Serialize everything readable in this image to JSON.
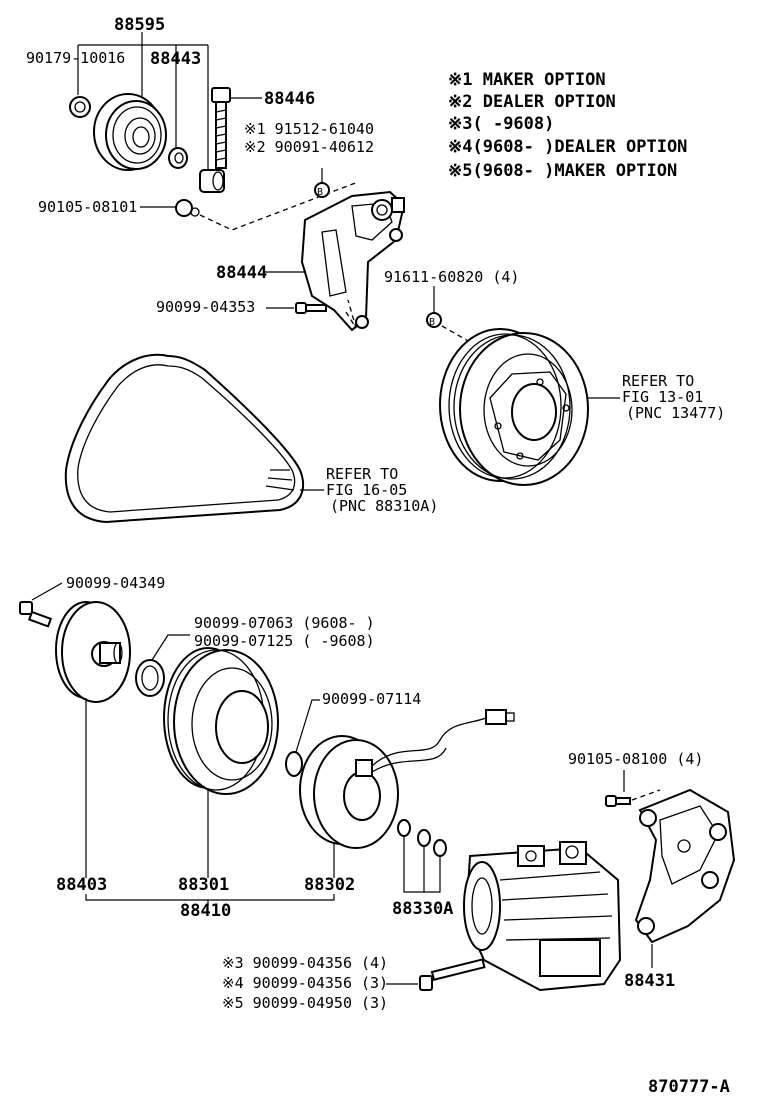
{
  "notes": [
    {
      "mark": "※1",
      "text": "MAKER OPTION"
    },
    {
      "mark": "※2",
      "text": "DEALER OPTION"
    },
    {
      "mark": "※3",
      "text": "(     -9608)"
    },
    {
      "mark": "※4",
      "text": "(9608-     )DEALER OPTION"
    },
    {
      "mark": "※5",
      "text": "(9608-     )MAKER OPTION"
    }
  ],
  "labels": {
    "p88595": "88595",
    "p90179": "90179-10016",
    "p88443": "88443",
    "p88446": "88446",
    "p91512": "※1 91512-61040",
    "p90091": "※2 90091-40612",
    "p90105a": "90105-08101",
    "p88444": "88444",
    "p91611": "91611-60820 (4)",
    "p90099_04353": "90099-04353",
    "refer1_line1": "REFER TO",
    "refer1_line2": "FIG 13-01",
    "refer1_line3": "(PNC 13477)",
    "refer2_line1": "REFER TO",
    "refer2_line2": "FIG 16-05",
    "refer2_line3": "(PNC 88310A)",
    "p90099_04349": "90099-04349",
    "p90099_07063": "90099-07063 (9608-     )",
    "p90099_07125": "90099-07125 (     -9608)",
    "p90099_07114": "90099-07114",
    "p90105b": "90105-08100 (4)",
    "p88403": "88403",
    "p88301": "88301",
    "p88302": "88302",
    "p88410": "88410",
    "p88330A": "88330A",
    "p88431": "88431",
    "bolt3": "※3 90099-04356 (4)",
    "bolt4": "※4 90099-04356 (3)",
    "bolt5": "※5 90099-04950 (3)",
    "circle_b": "B",
    "figure_code": "870777-A"
  }
}
